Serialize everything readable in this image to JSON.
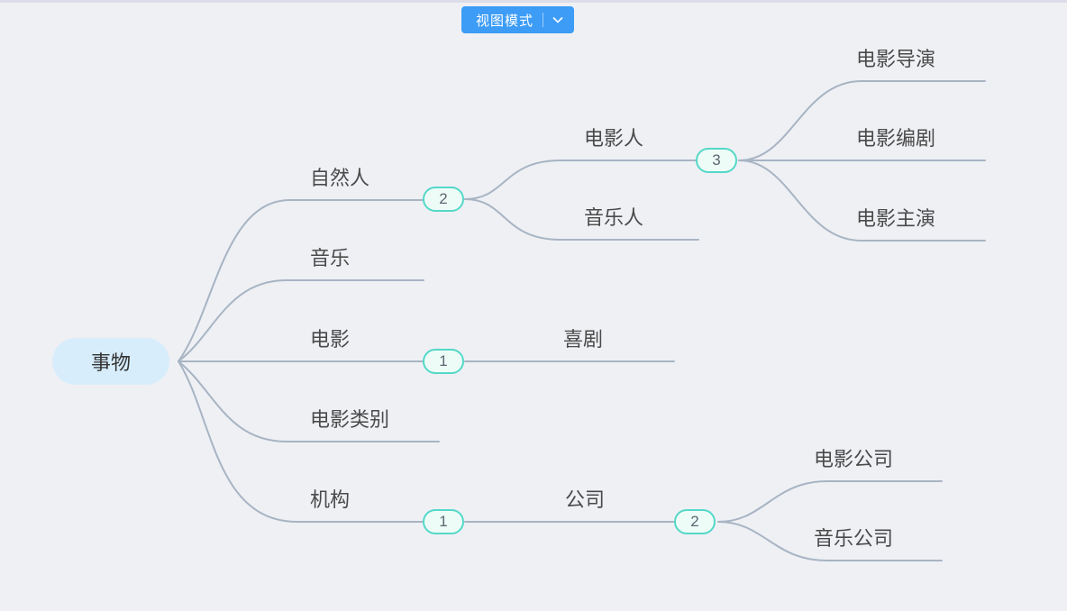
{
  "toolbar": {
    "view_mode_label": "视图模式",
    "chevron_icon": "chevron-down"
  },
  "colors": {
    "canvas-bg": "#eff0f4",
    "top-strip": "#dcdde8",
    "line": "#a7b4c3",
    "root-bg": "#d8edfb",
    "badge-border": "#54d8c8",
    "badge-bg": "#eefcf8",
    "button-bg": "#3c9cf6",
    "label-text": "#4a4a4a"
  },
  "mindmap": {
    "root": {
      "label": "事物"
    },
    "children": [
      {
        "label": "自然人",
        "badge": "2",
        "children": [
          {
            "label": "电影人",
            "badge": "3",
            "children": [
              {
                "label": "电影导演"
              },
              {
                "label": "电影编剧"
              },
              {
                "label": "电影主演"
              }
            ]
          },
          {
            "label": "音乐人"
          }
        ]
      },
      {
        "label": "音乐"
      },
      {
        "label": "电影",
        "badge": "1",
        "children": [
          {
            "label": "喜剧"
          }
        ]
      },
      {
        "label": "电影类别"
      },
      {
        "label": "机构",
        "badge": "1",
        "children": [
          {
            "label": "公司",
            "badge": "2",
            "children": [
              {
                "label": "电影公司"
              },
              {
                "label": "音乐公司"
              }
            ]
          }
        ]
      }
    ]
  }
}
